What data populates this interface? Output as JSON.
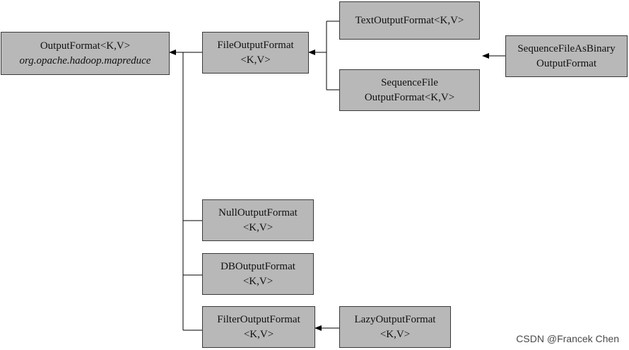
{
  "nodes": {
    "output_format": {
      "line1": "OutputFormat<K,V>",
      "line2": "org.opache.hadoop.mapreduce"
    },
    "file_output_format": {
      "line1": "FileOutputFormat",
      "line2": "<K,V>"
    },
    "text_output_format": {
      "line1": "TextOutputFormat<K,V>",
      "line2": ""
    },
    "sequence_file_output_format": {
      "line1": "SequenceFile",
      "line2": "OutputFormat<K,V>"
    },
    "sequence_file_as_binary_output_format": {
      "line1": "SequenceFileAsBinary",
      "line2": "OutputFormat"
    },
    "null_output_format": {
      "line1": "NullOutputFormat",
      "line2": "<K,V>"
    },
    "db_output_format": {
      "line1": "DBOutputFormat",
      "line2": "<K,V>"
    },
    "filter_output_format": {
      "line1": "FilterOutputFormat",
      "line2": "<K,V>"
    },
    "lazy_output_format": {
      "line1": "LazyOutputFormat",
      "line2": "<K,V>"
    }
  },
  "watermark": "CSDN @Francek Chen",
  "colors": {
    "box_fill": "#b8b8b8",
    "box_border": "#3a3a3a",
    "connector": "#000000"
  }
}
